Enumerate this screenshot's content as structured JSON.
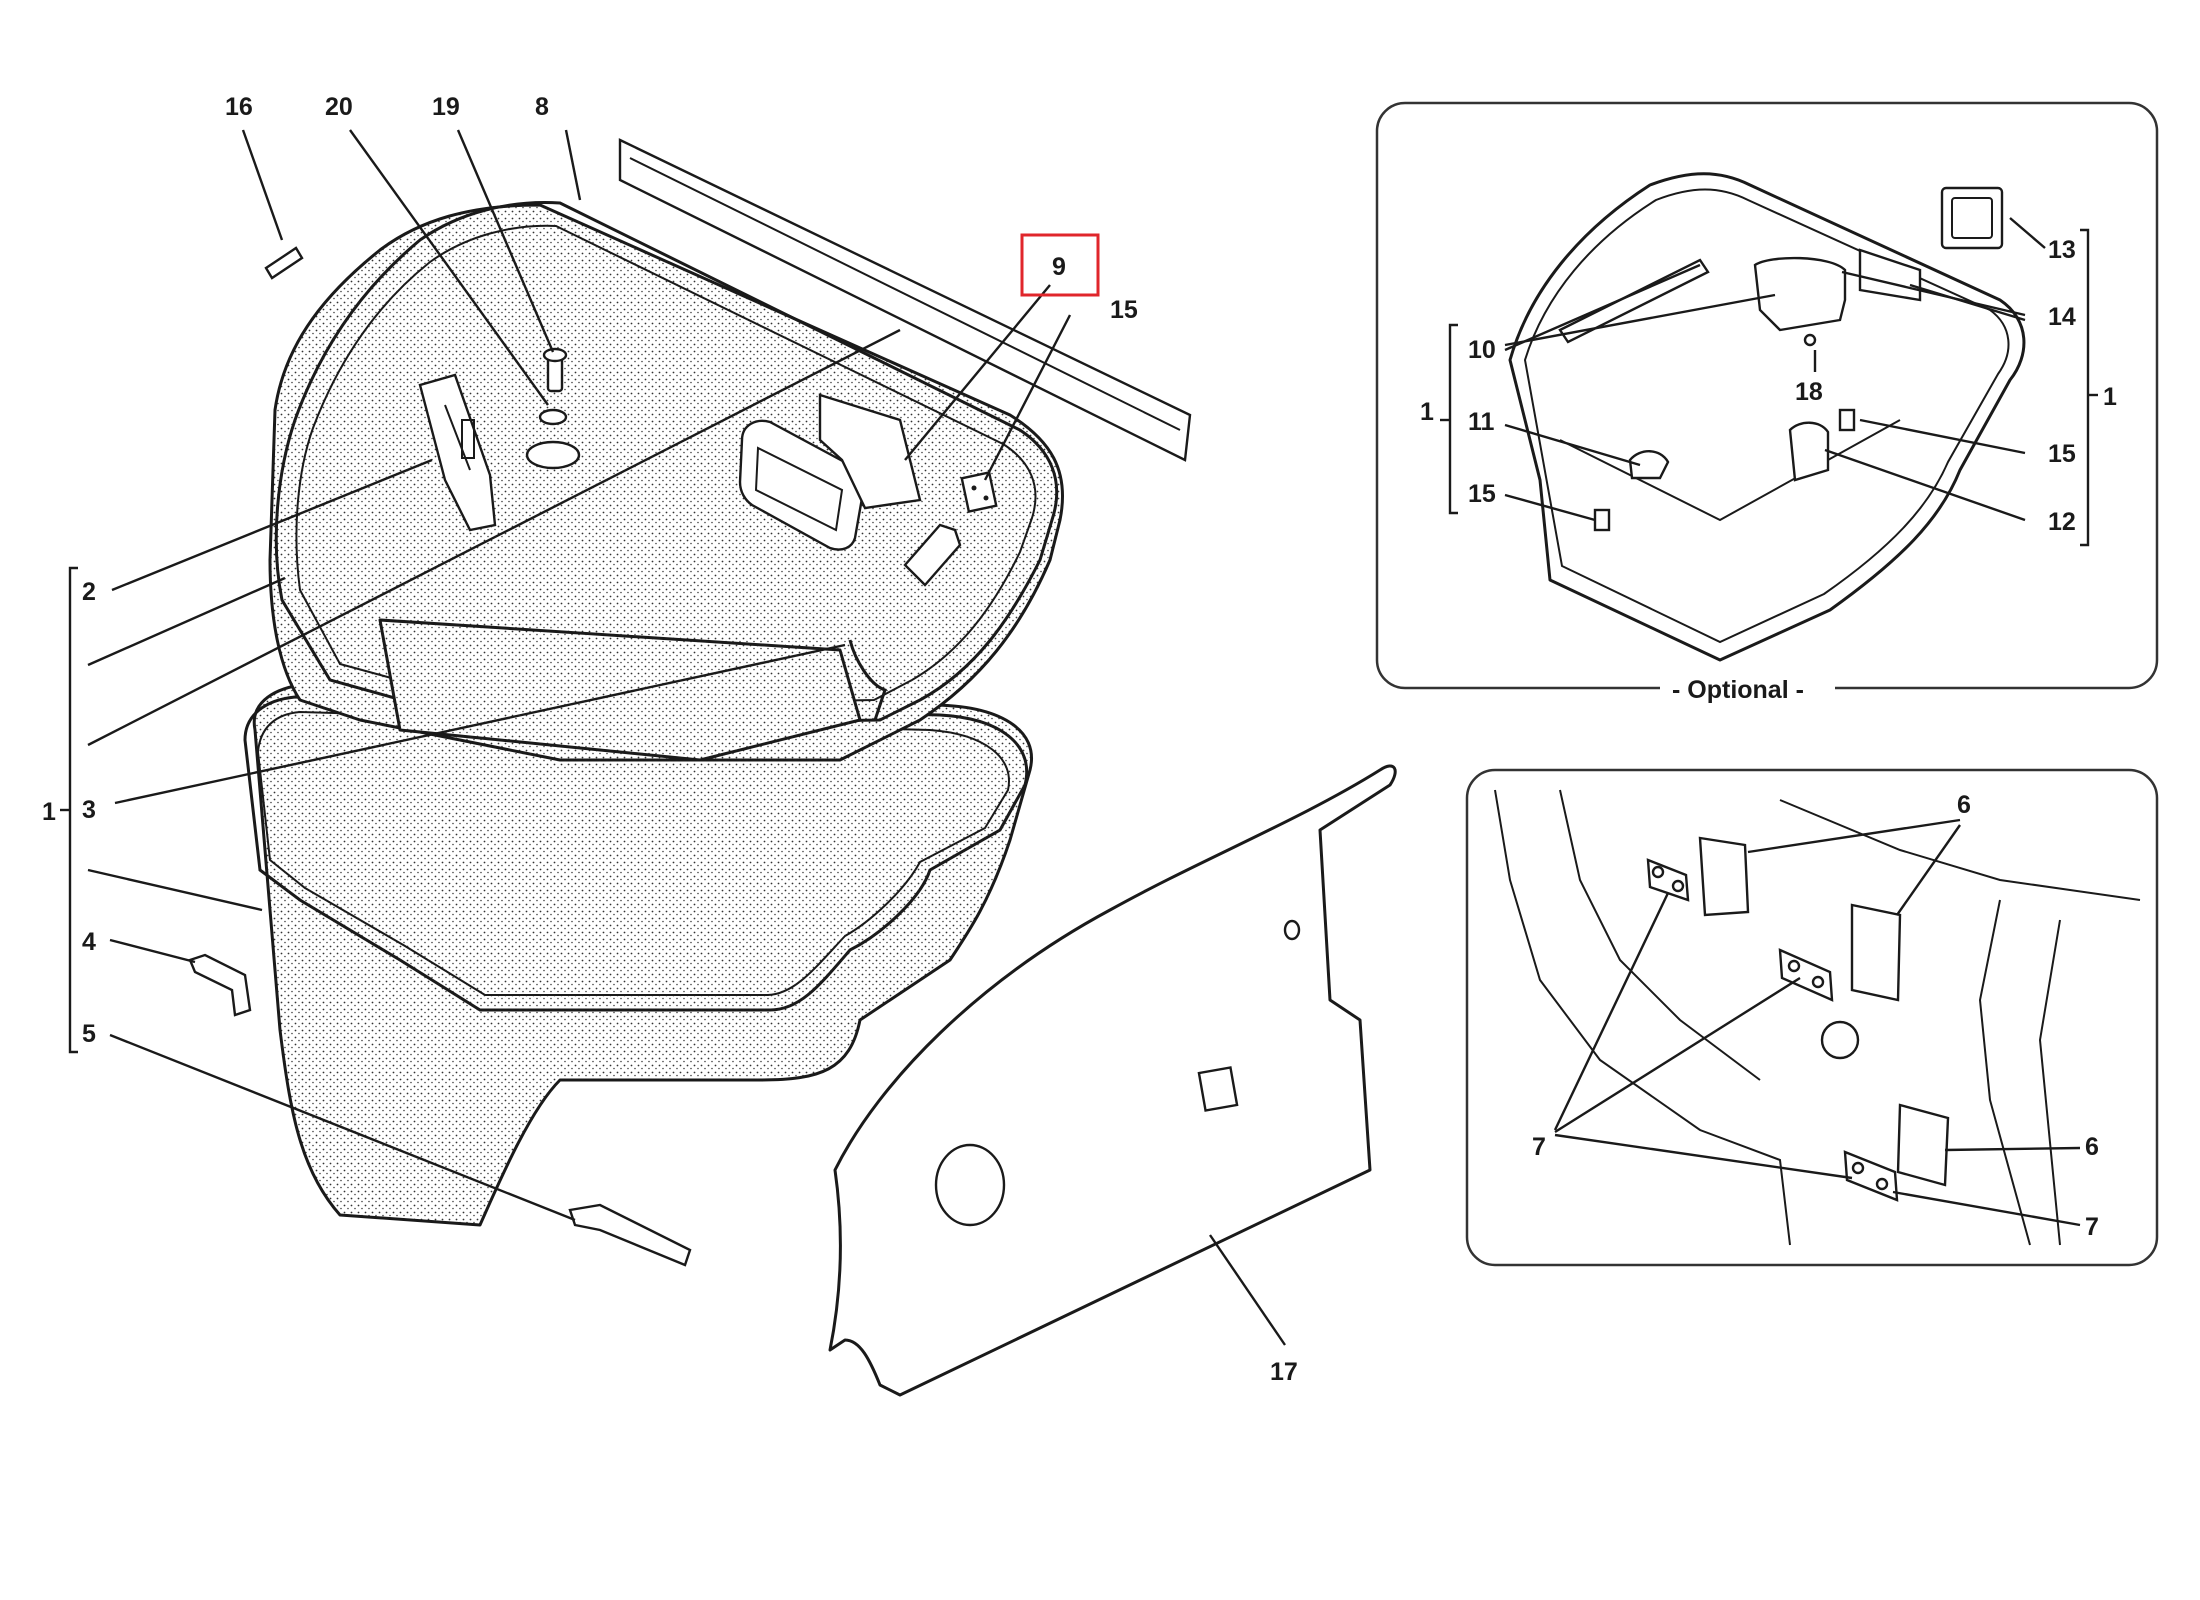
{
  "callouts": {
    "n16": "16",
    "n20": "20",
    "n19": "19",
    "n8": "8",
    "n9": "9",
    "n15_main": "15",
    "n2": "2",
    "n1_main": "1",
    "n3": "3",
    "n4": "4",
    "n5": "5",
    "n17": "17",
    "n13": "13",
    "n14": "14",
    "n10": "10",
    "n18": "18",
    "n1_inset_left": "1",
    "n1_inset_right": "1",
    "n11": "11",
    "n15_inset_right": "15",
    "n15_inset_left": "15",
    "n12": "12",
    "n6_top": "6",
    "n6_bottom": "6",
    "n7_left": "7",
    "n7_right": "7"
  },
  "optional_inset": {
    "label": "- Optional -"
  },
  "highlighted_callout": "9",
  "colors": {
    "line": "#1a1a1a",
    "highlight": "#e0262b",
    "background": "#ffffff"
  }
}
